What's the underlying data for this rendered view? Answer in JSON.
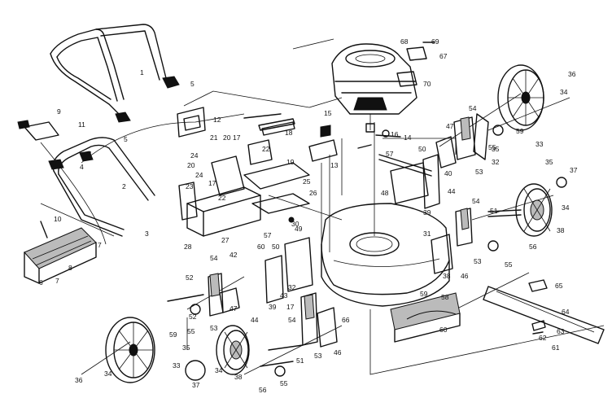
{
  "diagram": {
    "callouts": [
      {
        "id": "c1",
        "text": "1"
      },
      {
        "id": "c2",
        "text": "2"
      },
      {
        "id": "c3",
        "text": "3"
      },
      {
        "id": "c4a",
        "text": "4"
      },
      {
        "id": "c4b",
        "text": "4"
      },
      {
        "id": "c5a",
        "text": "5"
      },
      {
        "id": "c5b",
        "text": "5"
      },
      {
        "id": "c6",
        "text": "6"
      },
      {
        "id": "c7a",
        "text": "7"
      },
      {
        "id": "c7b",
        "text": "7"
      },
      {
        "id": "c8",
        "text": "8"
      },
      {
        "id": "c9",
        "text": "9"
      },
      {
        "id": "c10",
        "text": "10"
      },
      {
        "id": "c11",
        "text": "11"
      },
      {
        "id": "c12",
        "text": "12"
      },
      {
        "id": "c13",
        "text": "13"
      },
      {
        "id": "c14",
        "text": "14"
      },
      {
        "id": "c15",
        "text": "15"
      },
      {
        "id": "c16",
        "text": "16"
      },
      {
        "id": "c17a",
        "text": "17"
      },
      {
        "id": "c17b",
        "text": "17"
      },
      {
        "id": "c17c",
        "text": "17"
      },
      {
        "id": "c18",
        "text": "18"
      },
      {
        "id": "c19",
        "text": "19"
      },
      {
        "id": "c20a",
        "text": "20"
      },
      {
        "id": "c20b",
        "text": "20"
      },
      {
        "id": "c21",
        "text": "21"
      },
      {
        "id": "c22a",
        "text": "22"
      },
      {
        "id": "c22b",
        "text": "22"
      },
      {
        "id": "c23",
        "text": "23"
      },
      {
        "id": "c24a",
        "text": "24"
      },
      {
        "id": "c24b",
        "text": "24"
      },
      {
        "id": "c25",
        "text": "25"
      },
      {
        "id": "c26",
        "text": "26"
      },
      {
        "id": "c27",
        "text": "27"
      },
      {
        "id": "c28",
        "text": "28"
      },
      {
        "id": "c30",
        "text": "30"
      },
      {
        "id": "c31",
        "text": "31"
      },
      {
        "id": "c32a",
        "text": "32"
      },
      {
        "id": "c32b",
        "text": "32"
      },
      {
        "id": "c33a",
        "text": "33"
      },
      {
        "id": "c33b",
        "text": "33"
      },
      {
        "id": "c34a",
        "text": "34"
      },
      {
        "id": "c34b",
        "text": "34"
      },
      {
        "id": "c34c",
        "text": "34"
      },
      {
        "id": "c34d",
        "text": "34"
      },
      {
        "id": "c35a",
        "text": "35"
      },
      {
        "id": "c35b",
        "text": "35"
      },
      {
        "id": "c35c",
        "text": "35"
      },
      {
        "id": "c36a",
        "text": "36"
      },
      {
        "id": "c36b",
        "text": "36"
      },
      {
        "id": "c37a",
        "text": "37"
      },
      {
        "id": "c37b",
        "text": "37"
      },
      {
        "id": "c38a",
        "text": "38"
      },
      {
        "id": "c38b",
        "text": "38"
      },
      {
        "id": "c38c",
        "text": "38"
      },
      {
        "id": "c39a",
        "text": "39"
      },
      {
        "id": "c39b",
        "text": "39"
      },
      {
        "id": "c40",
        "text": "40"
      },
      {
        "id": "c42",
        "text": "42"
      },
      {
        "id": "c43",
        "text": "43"
      },
      {
        "id": "c44a",
        "text": "44"
      },
      {
        "id": "c44b",
        "text": "44"
      },
      {
        "id": "c46a",
        "text": "46"
      },
      {
        "id": "c46b",
        "text": "46"
      },
      {
        "id": "c47a",
        "text": "47"
      },
      {
        "id": "c47b",
        "text": "47"
      },
      {
        "id": "c48",
        "text": "48"
      },
      {
        "id": "c49",
        "text": "49"
      },
      {
        "id": "c50a",
        "text": "50"
      },
      {
        "id": "c50b",
        "text": "50"
      },
      {
        "id": "c51a",
        "text": "51"
      },
      {
        "id": "c51b",
        "text": "51"
      },
      {
        "id": "c52a",
        "text": "52"
      },
      {
        "id": "c52b",
        "text": "52"
      },
      {
        "id": "c53a",
        "text": "53"
      },
      {
        "id": "c53b",
        "text": "53"
      },
      {
        "id": "c53c",
        "text": "53"
      },
      {
        "id": "c53d",
        "text": "53"
      },
      {
        "id": "c54a",
        "text": "54"
      },
      {
        "id": "c54b",
        "text": "54"
      },
      {
        "id": "c54c",
        "text": "54"
      },
      {
        "id": "c54d",
        "text": "54"
      },
      {
        "id": "c55a",
        "text": "55"
      },
      {
        "id": "c55b",
        "text": "55"
      },
      {
        "id": "c55c",
        "text": "55"
      },
      {
        "id": "c55d",
        "text": "55"
      },
      {
        "id": "c56a",
        "text": "56"
      },
      {
        "id": "c56b",
        "text": "56"
      },
      {
        "id": "c57a",
        "text": "57"
      },
      {
        "id": "c57b",
        "text": "57"
      },
      {
        "id": "c58",
        "text": "58"
      },
      {
        "id": "c59a",
        "text": "59"
      },
      {
        "id": "c59b",
        "text": "59"
      },
      {
        "id": "c59c",
        "text": "59"
      },
      {
        "id": "c60a",
        "text": "60"
      },
      {
        "id": "c60b",
        "text": "60"
      },
      {
        "id": "c61",
        "text": "61"
      },
      {
        "id": "c62",
        "text": "62"
      },
      {
        "id": "c63",
        "text": "63"
      },
      {
        "id": "c64",
        "text": "64"
      },
      {
        "id": "c65",
        "text": "65"
      },
      {
        "id": "c66",
        "text": "66"
      },
      {
        "id": "c67",
        "text": "67"
      },
      {
        "id": "c68",
        "text": "68"
      },
      {
        "id": "c69",
        "text": "69"
      },
      {
        "id": "c70",
        "text": "70"
      }
    ]
  }
}
